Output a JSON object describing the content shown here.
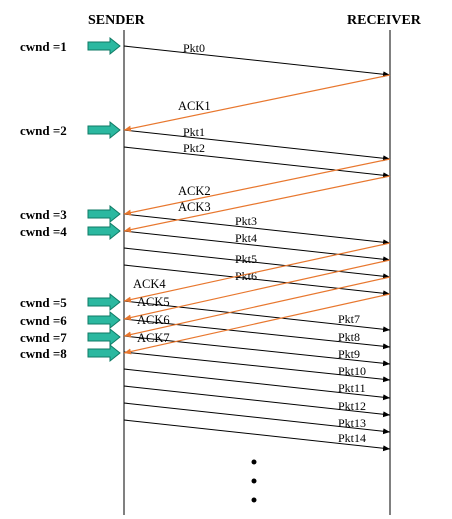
{
  "headers": {
    "sender": "SENDER",
    "receiver": "RECEIVER"
  },
  "colors": {
    "packet": "#000000",
    "ack": "#e8772e",
    "arrow_fill": "#2bb8a0",
    "arrow_stroke": "#0f7a64"
  },
  "cwnd": [
    {
      "label": "cwnd =1"
    },
    {
      "label": "cwnd =2"
    },
    {
      "label": "cwnd =3"
    },
    {
      "label": "cwnd =4"
    },
    {
      "label": "cwnd =5"
    },
    {
      "label": "cwnd =6"
    },
    {
      "label": "cwnd =7"
    },
    {
      "label": "cwnd =8"
    }
  ],
  "packets": [
    {
      "label": "Pkt0"
    },
    {
      "label": "Pkt1"
    },
    {
      "label": "Pkt2"
    },
    {
      "label": "Pkt3"
    },
    {
      "label": "Pkt4"
    },
    {
      "label": "Pkt5"
    },
    {
      "label": "Pkt6"
    },
    {
      "label": "Pkt7"
    },
    {
      "label": "Pkt8"
    },
    {
      "label": "Pkt9"
    },
    {
      "label": "Pkt10"
    },
    {
      "label": "Pkt11"
    },
    {
      "label": "Pkt12"
    },
    {
      "label": "Pkt13"
    },
    {
      "label": "Pkt14"
    }
  ],
  "acks": [
    {
      "label": "ACK1"
    },
    {
      "label": "ACK2"
    },
    {
      "label": "ACK3"
    },
    {
      "label": "ACK4"
    },
    {
      "label": "ACK5"
    },
    {
      "label": "ACK6"
    },
    {
      "label": "ACK7"
    }
  ]
}
